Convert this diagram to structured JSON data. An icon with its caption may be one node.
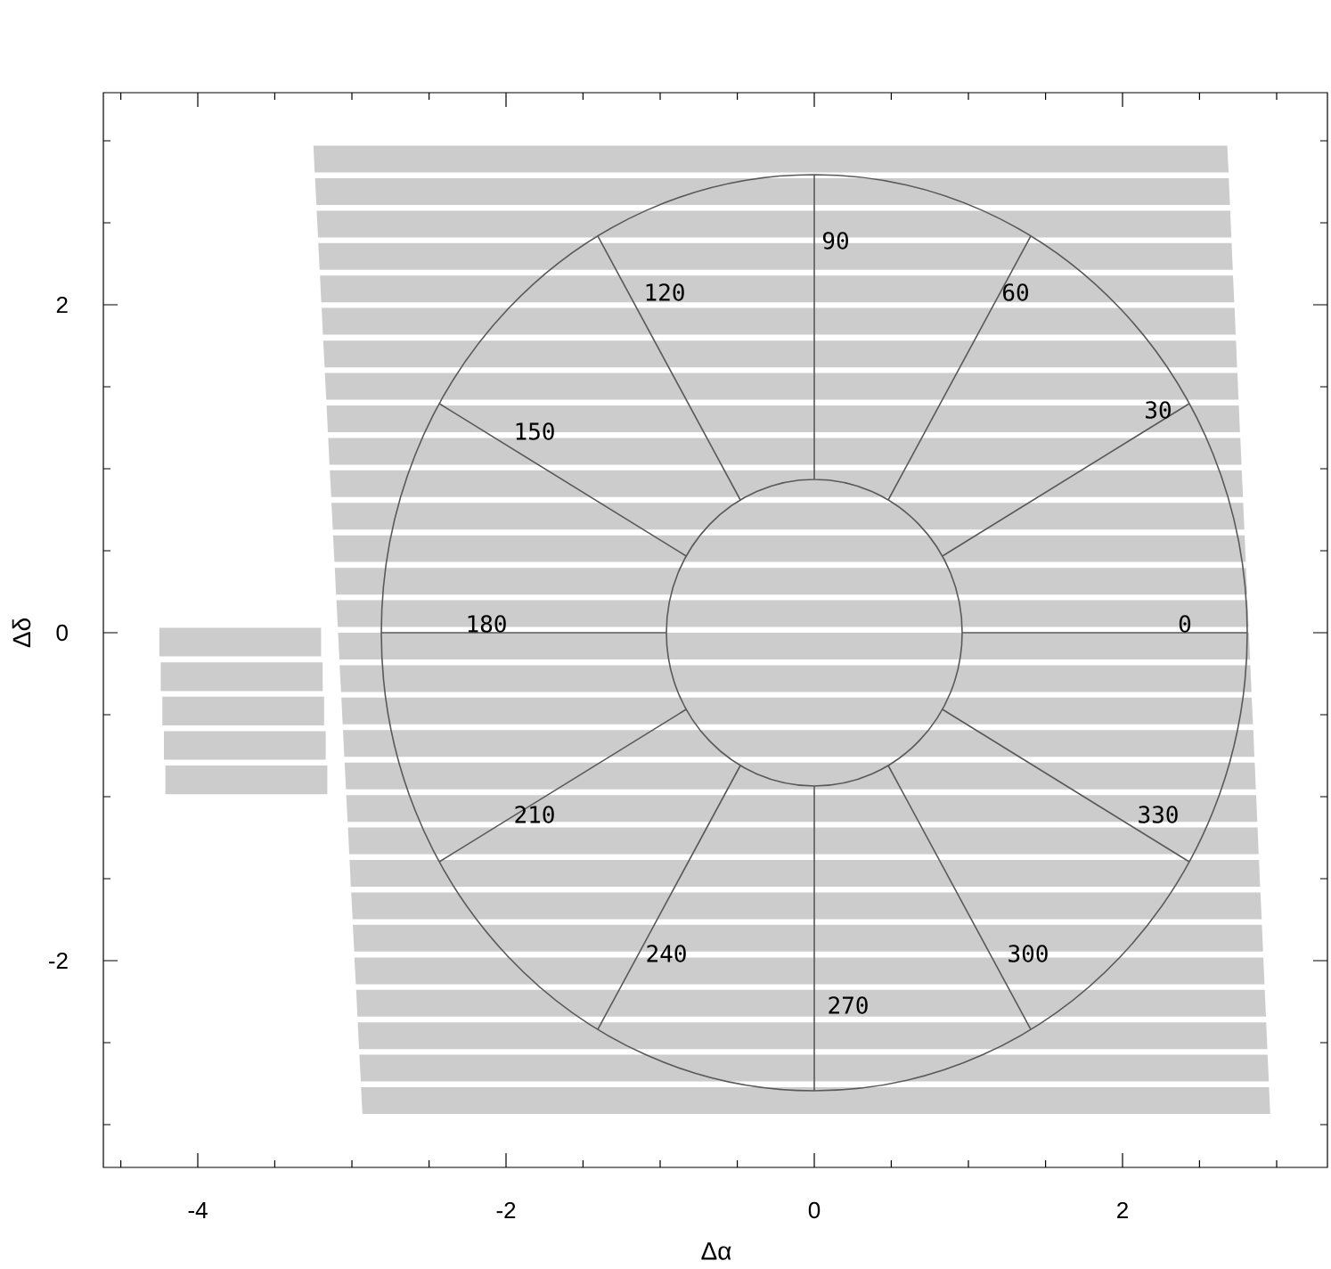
{
  "diagram": {
    "labels": [
      "90",
      "120",
      "60",
      "150",
      "30",
      "180",
      "0",
      "210",
      "330",
      "240",
      "300",
      "270",
      "2",
      "0",
      "-2",
      "-4",
      "-2",
      "0",
      "2",
      "Δα",
      "Δδ"
    ]
  }
}
